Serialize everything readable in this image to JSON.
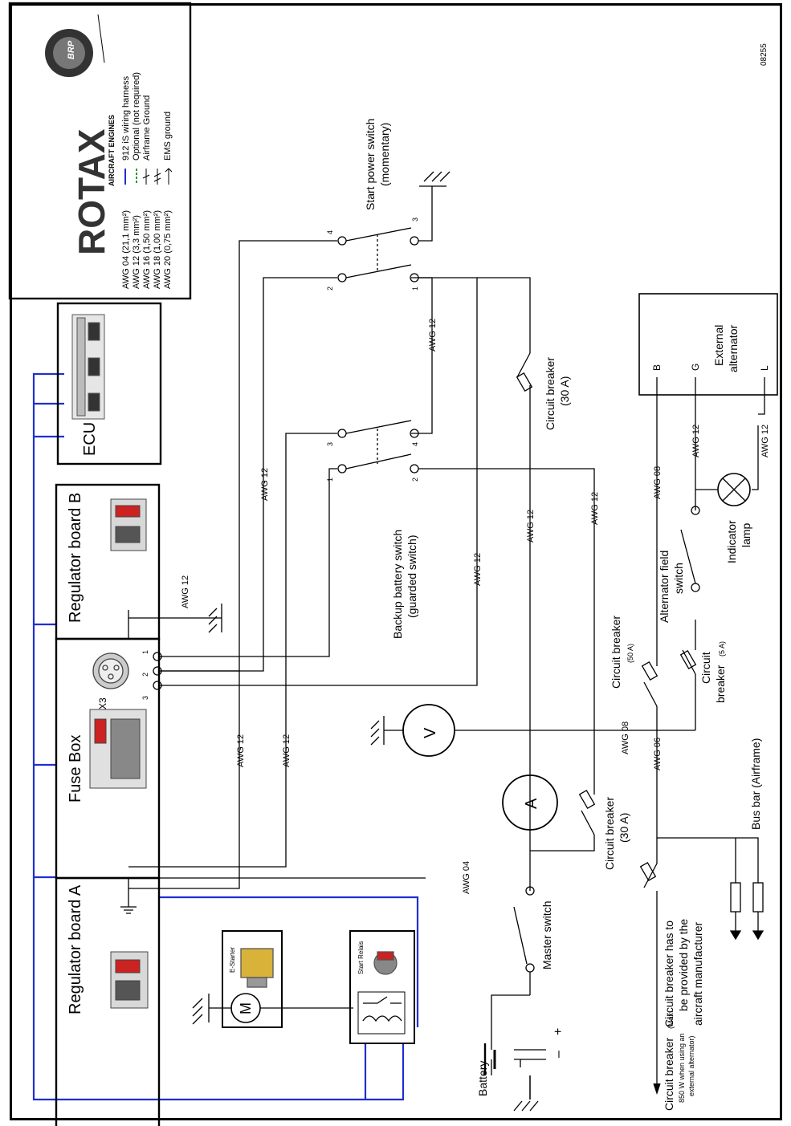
{
  "doc_id": "08255",
  "brand": {
    "name": "ROTAX",
    "sub": "AIRCRAFT ENGINES",
    "badge": "BRP"
  },
  "legend": [
    {
      "text": "AWG 04 (21,1 mm²)",
      "symbol_text": "912 iS wiring harness",
      "symbol": "blue-line"
    },
    {
      "text": "AWG 12 (3,3 mm²)",
      "symbol_text": "Optional (not required)",
      "symbol": "green-dashed-line"
    },
    {
      "text": "AWG 16 (1,50 mm²)",
      "symbol_text": "Airframe Ground",
      "symbol": "airframe-ground"
    },
    {
      "text": "AWG 18 (1,00 mm²)",
      "symbol_text": "",
      "symbol": ""
    },
    {
      "text": "AWG 20 (0,75 mm²)",
      "symbol_text": "EMS ground",
      "symbol": "ems-ground"
    }
  ],
  "components": {
    "ecu": "ECU",
    "reg_b": "Regulator board B",
    "reg_a": "Regulator board A",
    "fuse_box": "Fuse Box",
    "x3": "X3",
    "e_starter": "E-Starter",
    "start_relais": "Start Relais",
    "motor": "M",
    "voltmeter": "V",
    "ammeter": "A",
    "battery": "Battery",
    "plus": "+",
    "minus": "–",
    "master_switch": "Master switch",
    "start_power_1": "Start power switch",
    "start_power_2": "(momentary)",
    "backup_1": "Backup battery switch",
    "backup_2": "(guarded switch)",
    "cb30a_top_1": "Circuit breaker",
    "cb30a_top_2": "(30 A)",
    "cb30a_bot_1": "Circuit breaker",
    "cb30a_bot_2": "(30 A)",
    "cb50a_1": "Circuit breaker",
    "cb50a_2": "(50 A)",
    "cb5a_1": "Circuit",
    "cb5a_2": "breaker",
    "cb5a_3": "(5 A)",
    "alt_field_1": "Alternator field",
    "alt_field_2": "switch",
    "ext_alt_1": "External",
    "ext_alt_2": "alternator",
    "alt_b": "B",
    "alt_g": "G",
    "alt_l": "L",
    "indicator_1": "Indicator",
    "indicator_2": "lamp",
    "bus_bar": "Bus bar (Airframe)",
    "cb_mfr_1": "Circuit breaker has to",
    "cb_mfr_2": "be provided by the",
    "cb_mfr_3": "aircraft manufacturer",
    "cb_max_1": "Circuit breaker",
    "cb_max_1b": "(Max.",
    "cb_max_2": "850 W when using an",
    "cb_max_3": "external alternator)"
  },
  "pins": {
    "p1": "1",
    "p2": "2",
    "p3": "3",
    "p4": "4"
  },
  "wire_labels": {
    "awg12": "AWG 12",
    "awg04": "AWG 04",
    "awg08": "AWG 08",
    "awg06": "AWG 06"
  }
}
